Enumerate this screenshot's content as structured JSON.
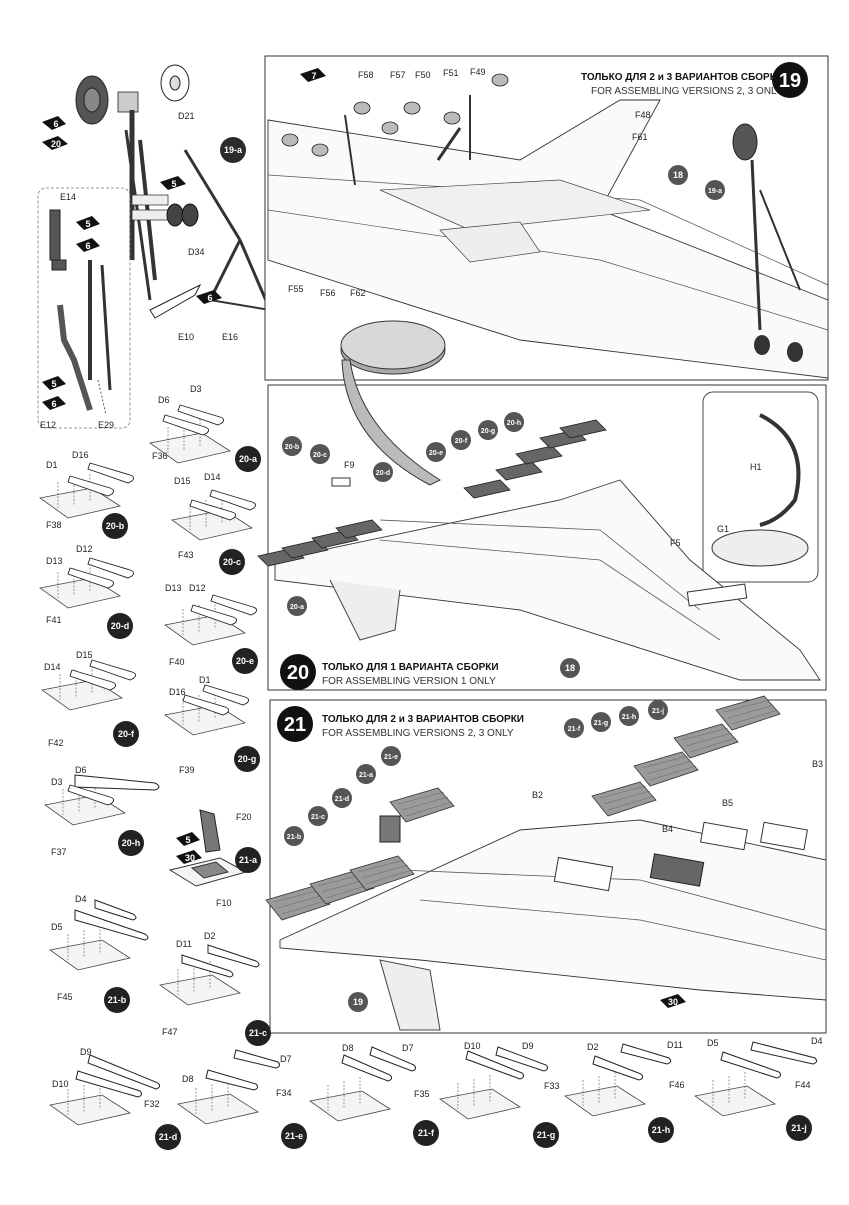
{
  "steps": [
    {
      "num": "19",
      "title_ru": "ТОЛЬКО ДЛЯ 2 и 3 ВАРИАНТОВ СБОРКИ",
      "title_en": "FOR ASSEMBLING VERSIONS 2, 3 ONLY"
    },
    {
      "num": "20",
      "title_ru": "ТОЛЬКО ДЛЯ 1 ВАРИАНТА СБОРКИ",
      "title_en": "FOR ASSEMBLING VERSION 1 ONLY"
    },
    {
      "num": "21",
      "title_ru": "ТОЛЬКО ДЛЯ 2 и 3 ВАРИАНТОВ СБОРКИ",
      "title_en": "FOR ASSEMBLING VERSIONS 2, 3 ONLY"
    }
  ],
  "gear_labels": {
    "d21": "D21",
    "e14": "E14",
    "d34": "D34",
    "e10": "E10",
    "e16": "E16",
    "e12": "E12",
    "e29": "E29",
    "sub19a": "19-a"
  },
  "paint": {
    "p5": "5",
    "p6": "6",
    "p7": "7",
    "p20": "20",
    "p30": "30"
  },
  "step19_labels": {
    "f58": "F58",
    "f57": "F57",
    "f50": "F50",
    "f51": "F51",
    "f49": "F49",
    "f48": "F48",
    "f61": "F61",
    "f55": "F55",
    "f56": "F56",
    "f62": "F62",
    "ref18": "18",
    "ref19a": "19-a"
  },
  "step20_labels": {
    "s20a": "20-a",
    "s20b": "20-b",
    "s20c": "20-c",
    "s20d": "20-d",
    "s20e": "20-e",
    "s20f": "20-f",
    "s20g": "20-g",
    "s20h": "20-h",
    "f9": "F9",
    "f5": "F5",
    "h1": "H1",
    "g1": "G1",
    "ref18": "18"
  },
  "step21_labels": {
    "s21a": "21-a",
    "s21b": "21-b",
    "s21c": "21-c",
    "s21d": "21-d",
    "s21e": "21-e",
    "s21f": "21-f",
    "s21g": "21-g",
    "s21h": "21-h",
    "s21j": "21-j",
    "b2": "B2",
    "b3": "B3",
    "b4": "B4",
    "b5": "B5",
    "ref19": "19",
    "ref30": "30"
  },
  "sub20": [
    {
      "badge": "20-a",
      "base": "F36",
      "p1": "D3",
      "p2": "D6"
    },
    {
      "badge": "20-b",
      "base": "F38",
      "p1": "D16",
      "p2": "D1"
    },
    {
      "badge": "20-c",
      "base": "F43",
      "p1": "D14",
      "p2": "D15"
    },
    {
      "badge": "20-d",
      "base": "F41",
      "p1": "D12",
      "p2": "D13"
    },
    {
      "badge": "20-e",
      "base": "F40",
      "p1": "D13",
      "p2": "D12"
    },
    {
      "badge": "20-f",
      "base": "F42",
      "p1": "D15",
      "p2": "D14"
    },
    {
      "badge": "20-g",
      "base": "F39",
      "p1": "D1",
      "p2": "D16"
    },
    {
      "badge": "20-h",
      "base": "F37",
      "p1": "D6",
      "p2": "D3"
    }
  ],
  "sub21a": {
    "badge": "21-a",
    "part": "F20",
    "base": "F10"
  },
  "sub21": [
    {
      "badge": "21-b",
      "base": "F45",
      "p1": "D4",
      "p2": "D5"
    },
    {
      "badge": "21-c",
      "base": "F47",
      "p1": "D11",
      "p2": "D2"
    },
    {
      "badge": "21-d",
      "base": "F32",
      "p1": "D9",
      "p2": "D10"
    },
    {
      "badge": "21-e",
      "base": "F34",
      "p1": "D7",
      "p2": "D8"
    },
    {
      "badge": "21-f",
      "base": "F35",
      "p1": "D8",
      "p2": "D7"
    },
    {
      "badge": "21-g",
      "base": "F33",
      "p1": "D10",
      "p2": "D9"
    },
    {
      "badge": "21-h",
      "base": "F46",
      "p1": "D2",
      "p2": "D11"
    },
    {
      "badge": "21-j",
      "base": "F44",
      "p1": "D5",
      "p2": "D4"
    }
  ]
}
